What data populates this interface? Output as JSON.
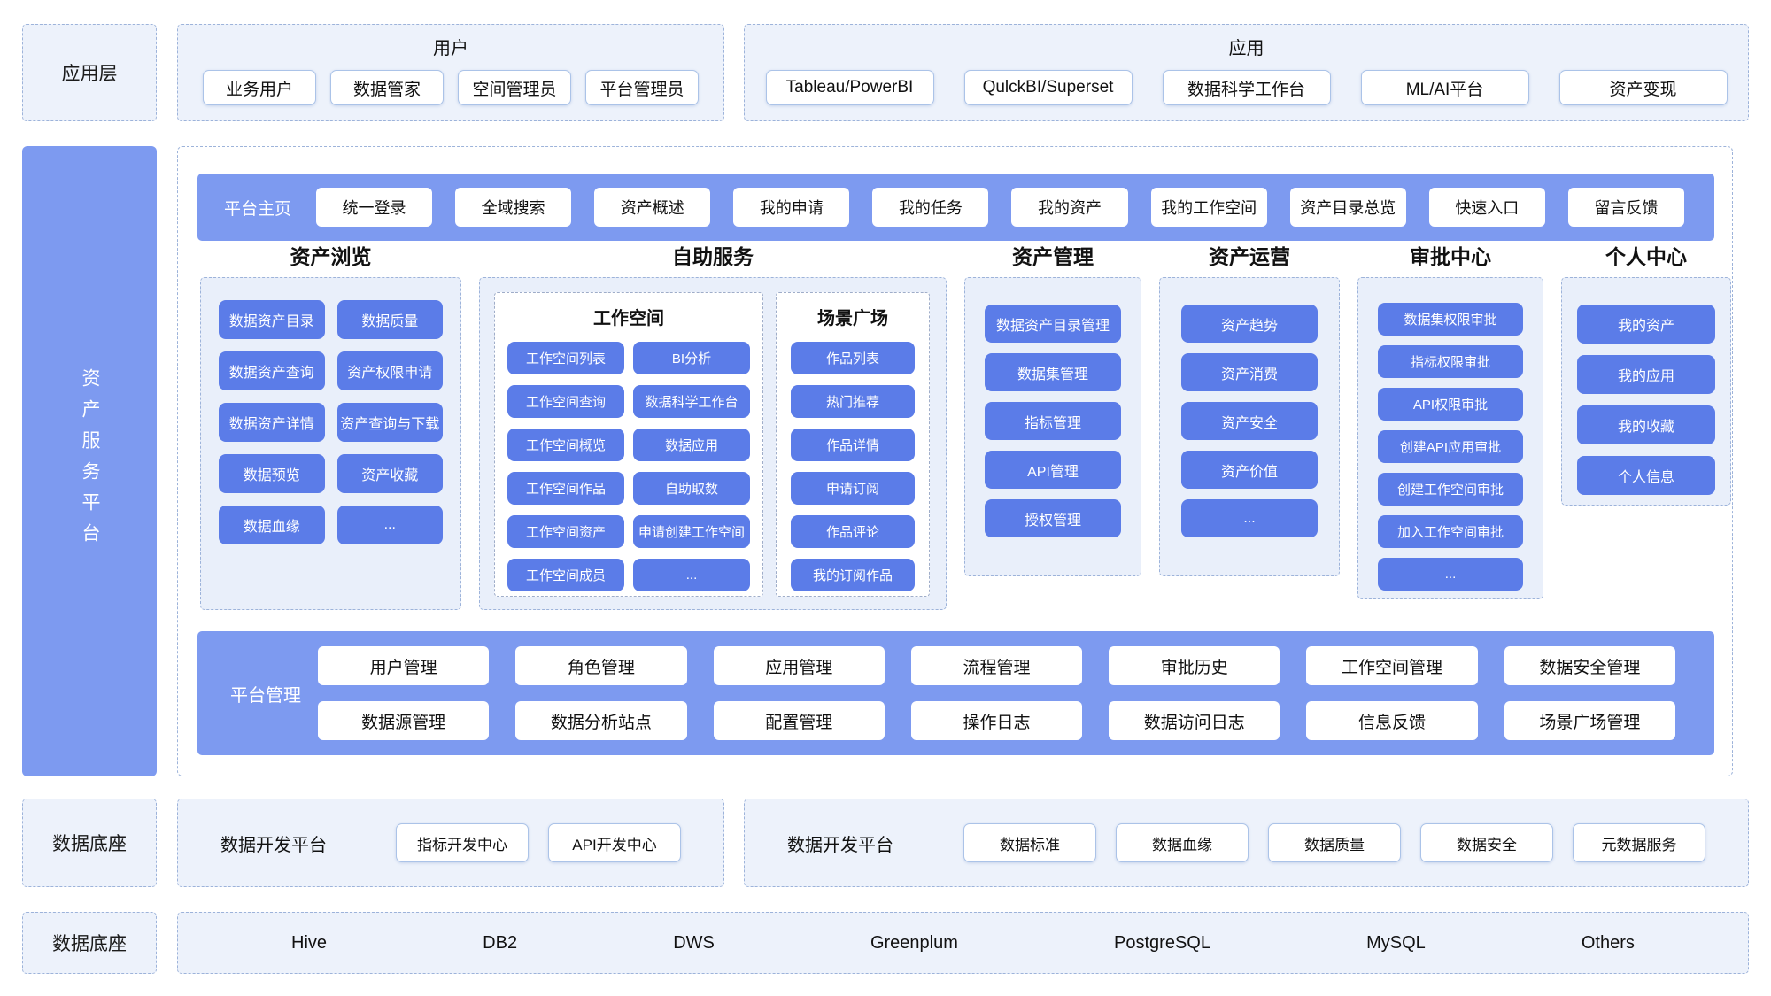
{
  "colors": {
    "bar_blue": "#7d9af0",
    "button_blue": "#5b7ce8",
    "panel_bg": "#e9effa",
    "box_bg": "#edf2fb"
  },
  "app_layer": {
    "label": "应用层",
    "user_group": {
      "title": "用户",
      "items": [
        "业务用户",
        "数据管家",
        "空间管理员",
        "平台管理员"
      ]
    },
    "app_group": {
      "title": "应用",
      "items": [
        "Tableau/PowerBI",
        "QulckBI/Superset",
        "数据科学工作台",
        "ML/AI平台",
        "资产变现"
      ]
    }
  },
  "platform": {
    "label": "资产服务平台",
    "home": {
      "label": "平台主页",
      "items": [
        "统一登录",
        "全域搜索",
        "资产概述",
        "我的申请",
        "我的任务",
        "我的资产",
        "我的工作空间",
        "资产目录总览",
        "快速入口",
        "留言反馈"
      ]
    },
    "columns": [
      {
        "title": "资产浏览",
        "items": [
          "数据资产目录",
          "数据质量",
          "数据资产查询",
          "资产权限申请",
          "数据资产详情",
          "资产查询与下载",
          "数据预览",
          "资产收藏",
          "数据血缘",
          "..."
        ]
      },
      {
        "title": "自助服务",
        "workspace": {
          "title": "工作空间",
          "items": [
            "工作空间列表",
            "BI分析",
            "工作空间查询",
            "数据科学工作台",
            "工作空间概览",
            "数据应用",
            "工作空间作品",
            "自助取数",
            "工作空间资产",
            "申请创建工作空间",
            "工作空间成员",
            "..."
          ]
        },
        "plaza": {
          "title": "场景广场",
          "items": [
            "作品列表",
            "热门推荐",
            "作品详情",
            "申请订阅",
            "作品评论",
            "我的订阅作品"
          ]
        }
      },
      {
        "title": "资产管理",
        "items": [
          "数据资产目录管理",
          "数据集管理",
          "指标管理",
          "API管理",
          "授权管理"
        ]
      },
      {
        "title": "资产运营",
        "items": [
          "资产趋势",
          "资产消费",
          "资产安全",
          "资产价值",
          "..."
        ]
      },
      {
        "title": "审批中心",
        "items": [
          "数据集权限审批",
          "指标权限审批",
          "API权限审批",
          "创建API应用审批",
          "创建工作空间审批",
          "加入工作空间审批",
          "..."
        ]
      },
      {
        "title": "个人中心",
        "items": [
          "我的资产",
          "我的应用",
          "我的收藏",
          "个人信息"
        ]
      }
    ],
    "management": {
      "label": "平台管理",
      "rows": [
        [
          "用户管理",
          "角色管理",
          "应用管理",
          "流程管理",
          "审批历史",
          "工作空间管理",
          "数据安全管理"
        ],
        [
          "数据源管理",
          "数据分析站点",
          "配置管理",
          "操作日志",
          "数据访问日志",
          "信息反馈",
          "场景广场管理"
        ]
      ]
    }
  },
  "dev_layer": {
    "label": "数据底座",
    "platform1": {
      "title": "数据开发平台",
      "items": [
        "指标开发中心",
        "API开发中心"
      ]
    },
    "platform2": {
      "title": "数据开发平台",
      "items": [
        "数据标准",
        "数据血缘",
        "数据质量",
        "数据安全",
        "元数据服务"
      ]
    }
  },
  "base_layer": {
    "label": "数据底座",
    "databases": [
      "Hive",
      "DB2",
      "DWS",
      "Greenplum",
      "PostgreSQL",
      "MySQL",
      "Others"
    ]
  }
}
